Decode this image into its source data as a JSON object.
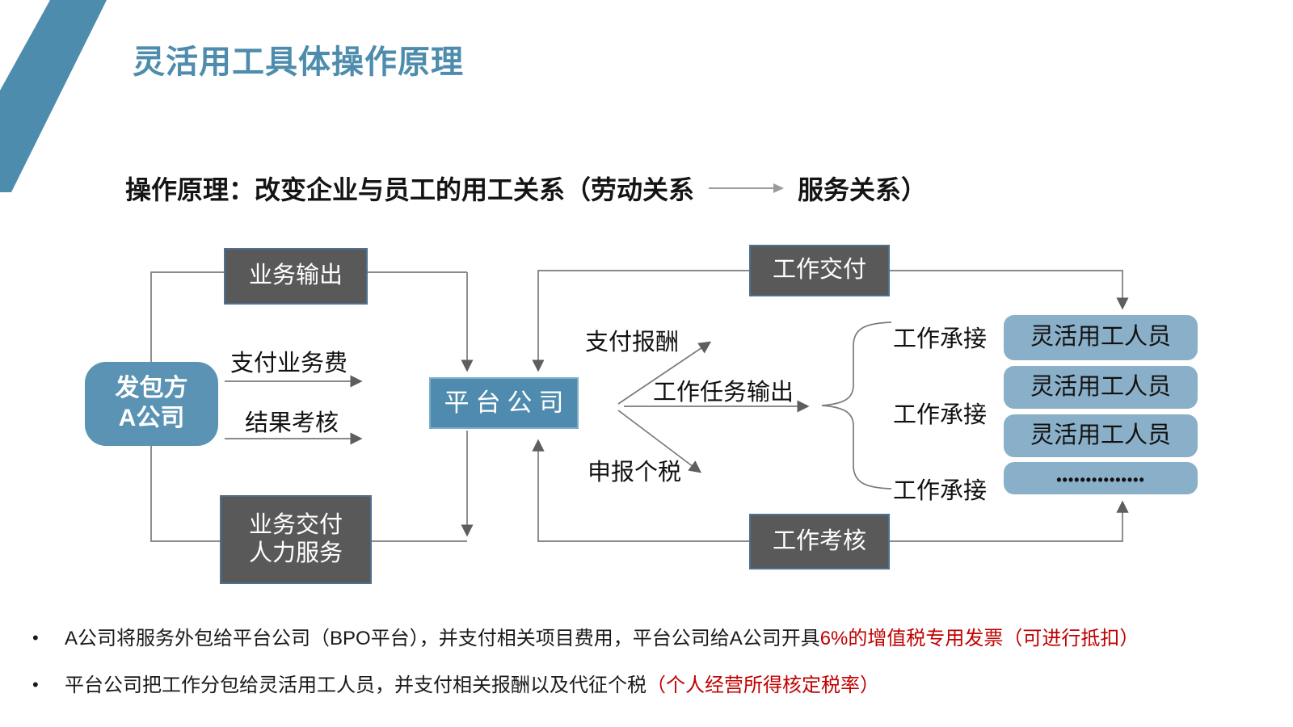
{
  "slide": {
    "title": "灵活用工具体操作原理",
    "subtitle_prefix": "操作原理：改变企业与员工的用工关系（劳动关系",
    "subtitle_suffix": "服务关系）",
    "bullet_char": "•"
  },
  "diagram": {
    "contractor": {
      "line1": "发包方",
      "line2": "A公司"
    },
    "business_output": "业务输出",
    "pay_business_fee": "支付业务费",
    "result_review": "结果考核",
    "business_delivery": {
      "line1": "业务交付",
      "line2": "人力服务"
    },
    "platform": "平台公司",
    "work_delivery": "工作交付",
    "work_review": "工作考核",
    "pay_reward": "支付报酬",
    "task_output": "工作任务输出",
    "declare_tax": "申报个税",
    "work_accept": [
      "工作承接",
      "工作承接",
      "工作承接"
    ],
    "workers": [
      "灵活用工人员",
      "灵活用工人员",
      "灵活用工人员"
    ],
    "ellipsis": "•••••••••••••••"
  },
  "bullets": [
    {
      "text_black": "A公司将服务外包给平台公司（BPO平台），并支付相关项目费用，平台公司给A公司开具",
      "text_red": "6%的增值税专用发票（可进行抵扣）"
    },
    {
      "text_black": "平台公司把工作分包给灵活用工人员，并支付相关报酬以及代征个税",
      "text_red": "（个人经营所得核定税率）"
    }
  ],
  "colors": {
    "accent_blue": "#4E8CAD",
    "contractor_blue": "#5B93B4",
    "worker_blue": "#8AAFC8",
    "dark_gray": "#595959",
    "box_border_blue": "#4E7191",
    "red_text": "#C00000"
  }
}
